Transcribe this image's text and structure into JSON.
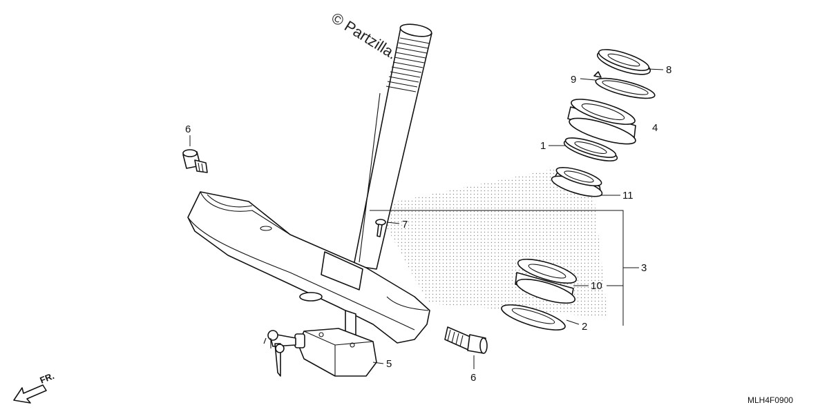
{
  "diagram": {
    "watermark": "© Partzilla.com",
    "diagram_code": "MLH4F0900",
    "front_indicator": "FR.",
    "callouts": [
      {
        "id": "c1",
        "text": "1"
      },
      {
        "id": "c2",
        "text": "2"
      },
      {
        "id": "c3",
        "text": "3"
      },
      {
        "id": "c4",
        "text": "4"
      },
      {
        "id": "c5",
        "text": "5"
      },
      {
        "id": "c6a",
        "text": "6"
      },
      {
        "id": "c6b",
        "text": "6"
      },
      {
        "id": "c7",
        "text": "7"
      },
      {
        "id": "c8",
        "text": "8"
      },
      {
        "id": "c9",
        "text": "9"
      },
      {
        "id": "c10",
        "text": "10"
      },
      {
        "id": "c11",
        "text": "11"
      }
    ]
  }
}
